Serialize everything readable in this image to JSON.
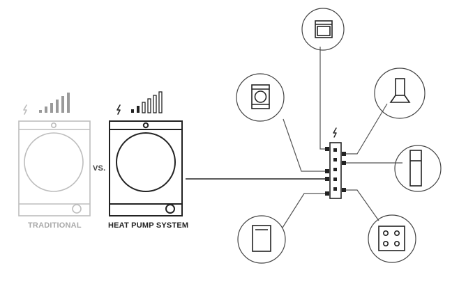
{
  "labels": {
    "traditional": "TRADITIONAL",
    "vs": "VS.",
    "heat_pump_system": "HEAT PUMP SYSTEM"
  },
  "colors": {
    "line_dark": "#222222",
    "line_light": "#bdbdbd",
    "background": "#ffffff"
  },
  "icons": {
    "traditional_dryer": "washing-machine-icon",
    "heat_pump_dryer": "washing-machine-icon",
    "power_strip": "power-strip-icon",
    "appliances": [
      "oven-icon",
      "range-hood-icon",
      "refrigerator-icon",
      "cooktop-icon",
      "dishwasher-icon",
      "washing-machine-icon"
    ]
  }
}
